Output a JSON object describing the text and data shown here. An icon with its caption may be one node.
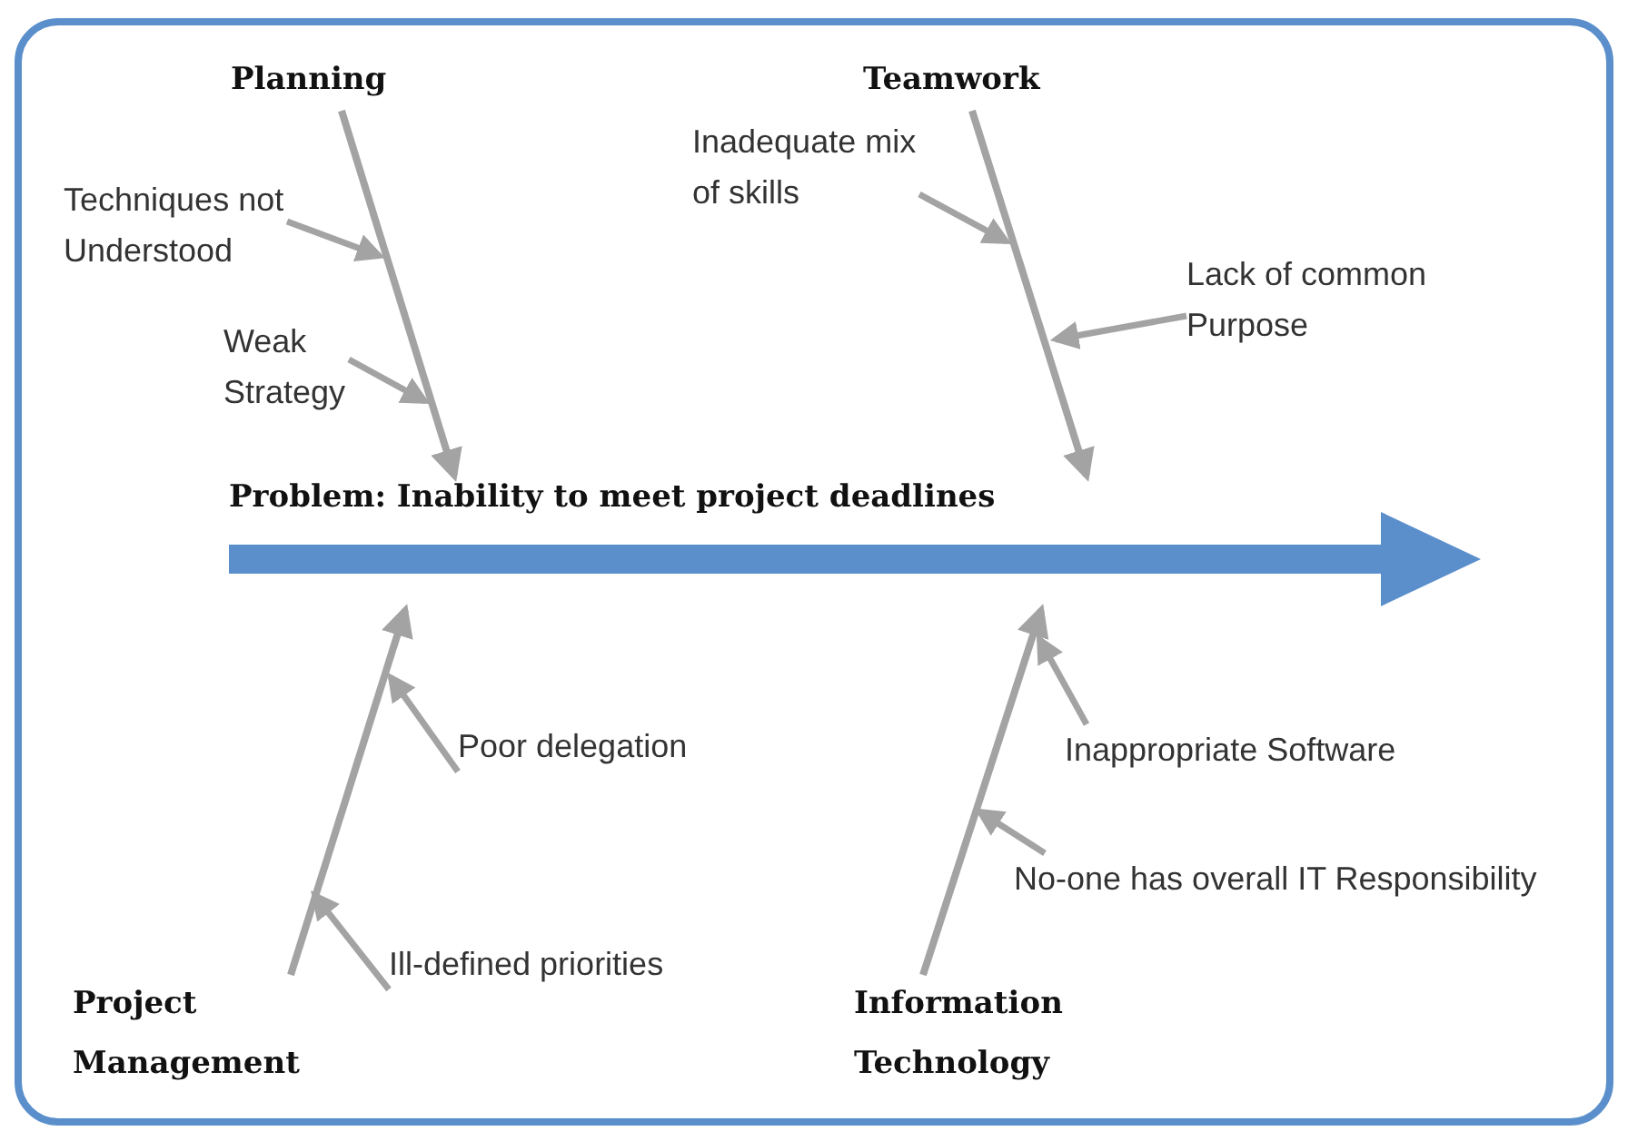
{
  "diagram": {
    "nodes": [
      {
        "text": [
          "Planning"
        ]
      },
      {
        "text": [
          "Teamwork"
        ]
      },
      {
        "text": [
          "Inadequate mix of skills"
        ]
      },
      {
        "text": [
          "Techniques not Understood"
        ]
      },
      {
        "text": [
          "Lack of common Purpose"
        ]
      },
      {
        "text": [
          "Weak Strategy"
        ]
      },
      {
        "text": [
          "Problem: Inability to meet project deadlines"
        ]
      },
      {
        "text": [
          "Poor delegation"
        ]
      },
      {
        "text": [
          "Inappropriate Software"
        ]
      },
      {
        "text": [
          "No-one has overall IT Responsibility"
        ]
      },
      {
        "text": [
          "Ill-defined priorities"
        ]
      },
      {
        "text": [
          "Project Management"
        ]
      },
      {
        "text": [
          "Information Technology"
        ]
      }
    ],
    "edges": [
      {
        "from": 0,
        "to": 6,
        "arrow": "to"
      },
      {
        "from": 1,
        "to": 6,
        "arrow": "to"
      },
      {
        "from": 11,
        "to": 6,
        "arrow": "to"
      },
      {
        "from": 12,
        "to": 6,
        "arrow": "to"
      },
      {
        "from": 3,
        "to": null,
        "arrow": "to"
      },
      {
        "from": 5,
        "to": null,
        "arrow": "to"
      },
      {
        "from": 2,
        "to": null,
        "arrow": "to"
      },
      {
        "from": 4,
        "to": null,
        "arrow": "to"
      },
      {
        "from": 7,
        "to": null,
        "arrow": "to"
      },
      {
        "from": 10,
        "to": null,
        "arrow": "to"
      },
      {
        "from": 8,
        "to": null,
        "arrow": "to"
      },
      {
        "from": 9,
        "to": null,
        "arrow": "to"
      }
    ]
  }
}
